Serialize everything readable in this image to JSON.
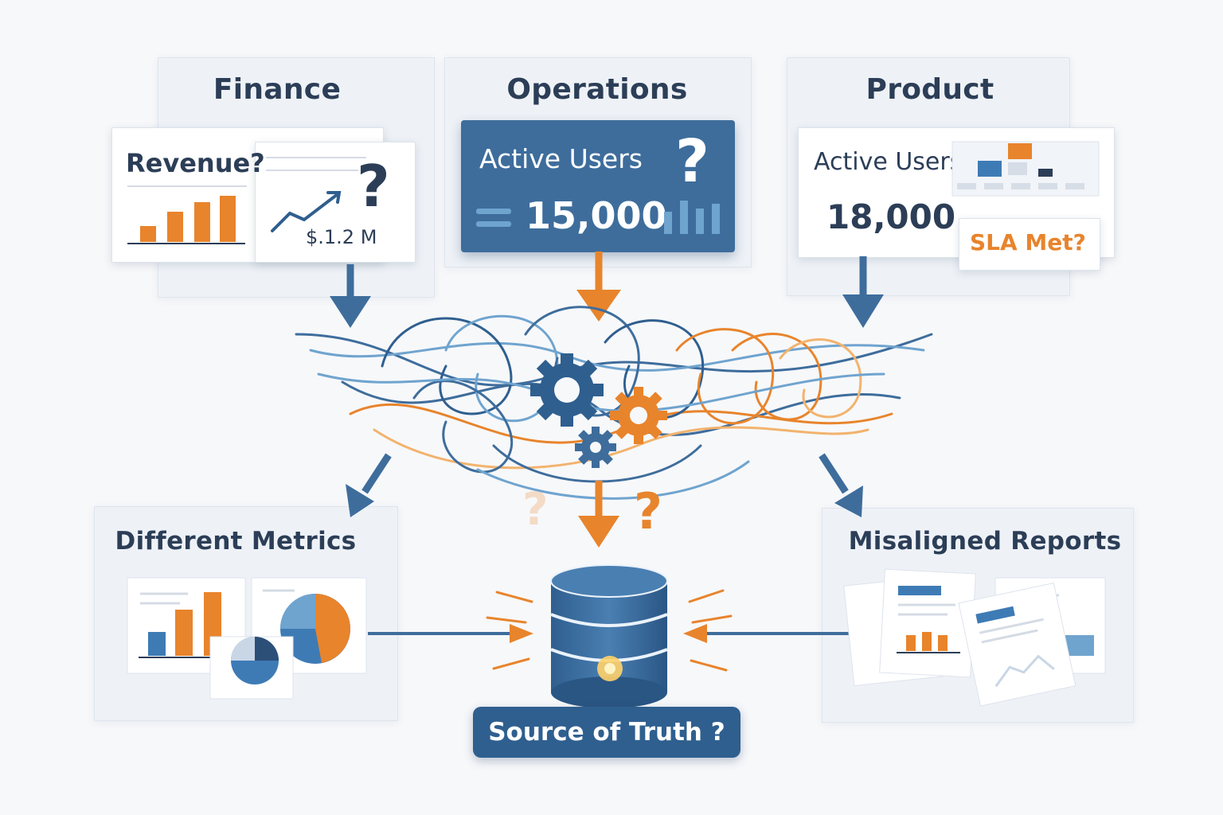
{
  "colors": {
    "blue": "#3e6d9c",
    "dark_blue": "#2f5f8f",
    "orange": "#e8842c",
    "light_blue": "#6fa4cf",
    "bg": "#f7f8fa"
  },
  "panels": {
    "finance": {
      "title": "Finance",
      "card_title": "Revenue?",
      "value": "$.1.2 M",
      "mark": "?"
    },
    "operations": {
      "title": "Operations",
      "card_title": "Active Users",
      "value": "15,000",
      "mark": "?"
    },
    "product": {
      "title": "Product",
      "card_title": "Active Users",
      "value": "18,000",
      "sla": "SLA Met?",
      "mark": "?"
    },
    "metrics": {
      "title": "Different Metrics"
    },
    "reports": {
      "title": "Misaligned Reports"
    }
  },
  "center": {
    "source_label": "Source of Truth ?",
    "question_marks": [
      "?",
      "?"
    ]
  },
  "icons": [
    "gear-icon",
    "database-icon",
    "bar-chart-icon",
    "pie-chart-icon",
    "line-chart-icon",
    "document-icon",
    "arrow-icon"
  ]
}
